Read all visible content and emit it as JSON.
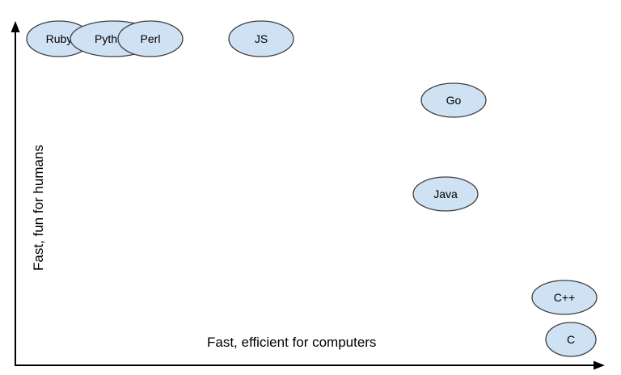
{
  "axes": {
    "x_label": "Fast, efficient for computers",
    "y_label": "Fast, fun for humans"
  },
  "languages": [
    {
      "key": "ruby",
      "label": "Ruby"
    },
    {
      "key": "python",
      "label": "Pyth"
    },
    {
      "key": "perl",
      "label": "Perl"
    },
    {
      "key": "js",
      "label": "JS"
    },
    {
      "key": "go",
      "label": "Go"
    },
    {
      "key": "java",
      "label": "Java"
    },
    {
      "key": "cpp",
      "label": "C++"
    },
    {
      "key": "c",
      "label": "C"
    }
  ],
  "colors": {
    "bubble_fill": "#cfe2f3",
    "bubble_stroke": "#3f3f3f",
    "axis": "#000000"
  }
}
